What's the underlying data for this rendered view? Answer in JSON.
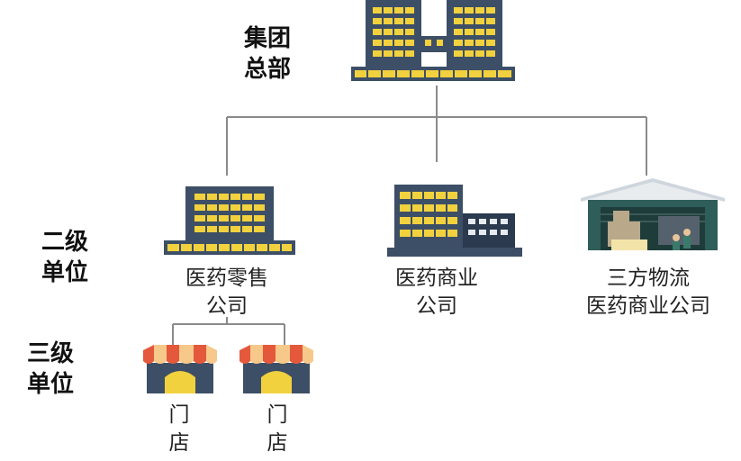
{
  "levels": {
    "hq": [
      "集团",
      "总部"
    ],
    "second": [
      "二级",
      "单位"
    ],
    "third": [
      "三级",
      "单位"
    ]
  },
  "nodes": {
    "retail": [
      "医药零售",
      "公司"
    ],
    "commerce": [
      "医药商业",
      "公司"
    ],
    "logistics": [
      "三方物流",
      "医药商业公司"
    ]
  },
  "stores": [
    [
      "门",
      "店"
    ],
    [
      "门",
      "店"
    ]
  ],
  "colors": {
    "building": "#3d4f66",
    "window": "#f2d13e",
    "line": "#8a8a8a",
    "awning_red": "#e4583b",
    "awning_cream": "#f6c98a",
    "warehouse": "#2f5e5a"
  }
}
